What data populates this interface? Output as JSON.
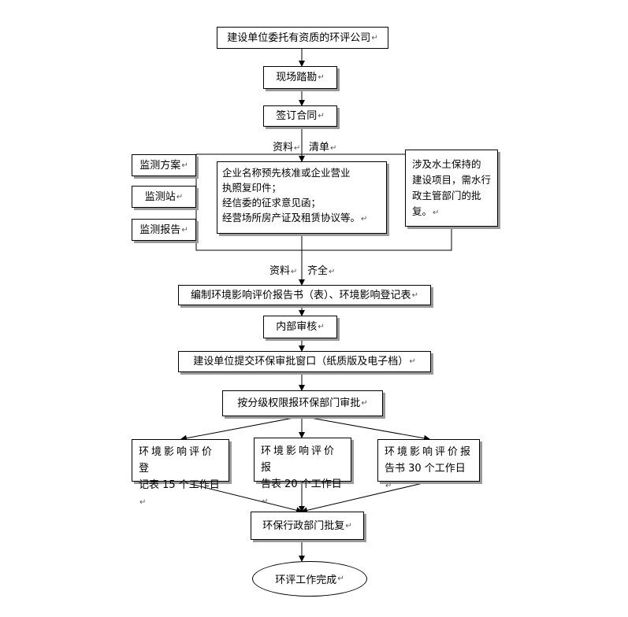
{
  "steps": {
    "entrust": "建设单位委托有资质的环评公司",
    "survey": "现场踏勘",
    "contract": "签订合同",
    "compile": "编制环境影响评价报告书（表）、环境影响登记表",
    "internal_review": "内部审核",
    "submit": "建设单位提交环保审批窗口（纸质版及电子档）",
    "approve_level": "按分级权限报环保部门审批",
    "final_approval": "环保行政部门批复",
    "complete": "环评工作完成"
  },
  "labels": {
    "materials_top": "资料",
    "list": "清单",
    "materials_mid": "资料",
    "complete_mid": "齐全"
  },
  "left_items": [
    "监测方案",
    "监测站",
    "监测报告"
  ],
  "center_doc": {
    "line1": "企业名称预先核准或企业营业",
    "line2": "执照复印件；",
    "line3": "经信委的征求意见函；",
    "line4": "经营场所房产证及租赁协议等。"
  },
  "right_doc": {
    "line1": "涉及水土保持的",
    "line2": "建设项目，需水行",
    "line3": "政主管部门的批",
    "line4": "复。"
  },
  "branches": [
    {
      "line1": "环境影响评价登",
      "line2": "记表 15 个工作日"
    },
    {
      "line1": "环境影响评价报",
      "line2": "告表 20 个工作日"
    },
    {
      "line1": "环境影响评价报",
      "line2": "告书 30 个工作日"
    }
  ],
  "para_mark": "↵"
}
